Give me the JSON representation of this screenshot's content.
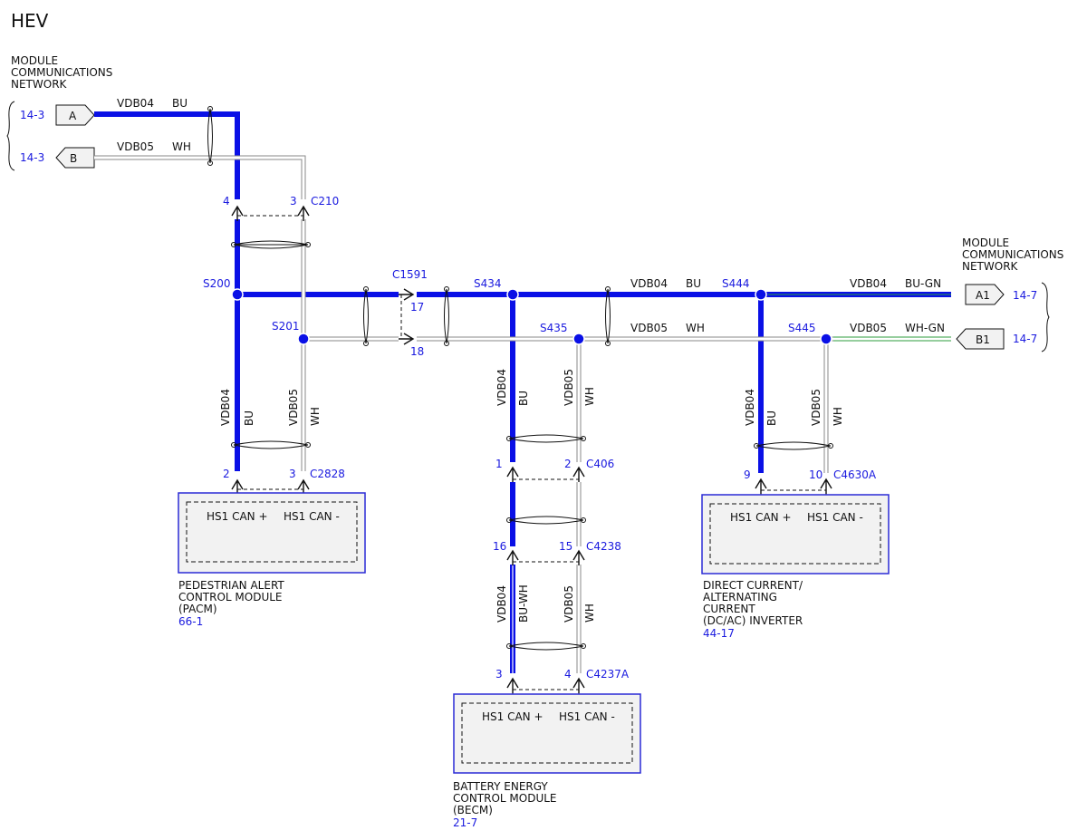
{
  "title": "HEV",
  "network_left": {
    "lines": [
      "MODULE",
      "COMMUNICATIONS",
      "NETWORK"
    ]
  },
  "network_right": {
    "lines": [
      "MODULE",
      "COMMUNICATIONS",
      "NETWORK"
    ]
  },
  "refs": {
    "left_a": "14-3",
    "left_b": "14-3",
    "right_a1": "14-7",
    "right_b1": "14-7"
  },
  "tags": {
    "a": "A",
    "b": "B",
    "a1": "A1",
    "b1": "B1"
  },
  "wires": {
    "vdb04": "VDB04",
    "vdb05": "VDB05",
    "bu": "BU",
    "wh": "WH",
    "bu_wh": "BU-WH",
    "bu_gn": "BU-GN",
    "wh_gn": "WH-GN"
  },
  "connectors": {
    "c210": "C210",
    "c1591": "C1591",
    "c2828": "C2828",
    "c406": "C406",
    "c4238": "C4238",
    "c4237a": "C4237A",
    "c4630a": "C4630A"
  },
  "pins": {
    "c210_4": "4",
    "c210_3": "3",
    "c1591_17": "17",
    "c1591_18": "18",
    "c2828_2": "2",
    "c2828_3": "3",
    "c406_1": "1",
    "c406_2": "2",
    "c4238_16": "16",
    "c4238_15": "15",
    "c4237a_3": "3",
    "c4237a_4": "4",
    "c4630a_9": "9",
    "c4630a_10": "10"
  },
  "splices": {
    "s200": "S200",
    "s201": "S201",
    "s434": "S434",
    "s435": "S435",
    "s444": "S444",
    "s445": "S445"
  },
  "pin_labels": {
    "can_plus": "HS1 CAN +",
    "can_minus": "HS1 CAN -"
  },
  "modules": {
    "pacm": {
      "lines": [
        "PEDESTRIAN ALERT",
        "CONTROL MODULE",
        "(PACM)"
      ],
      "ref": "66-1"
    },
    "becm": {
      "lines": [
        "BATTERY ENERGY",
        "CONTROL MODULE",
        "(BECM)"
      ],
      "ref": "21-7"
    },
    "inverter": {
      "lines": [
        "DIRECT CURRENT/",
        "ALTERNATING",
        "CURRENT",
        "(DC/AC) INVERTER"
      ],
      "ref": "44-17"
    }
  },
  "colors": {
    "can_high": "#0a10e6",
    "label_blue": "#1a1adf",
    "module_border": "#2b2bd6",
    "wh_gn_stripe": "#2e9e3e"
  }
}
